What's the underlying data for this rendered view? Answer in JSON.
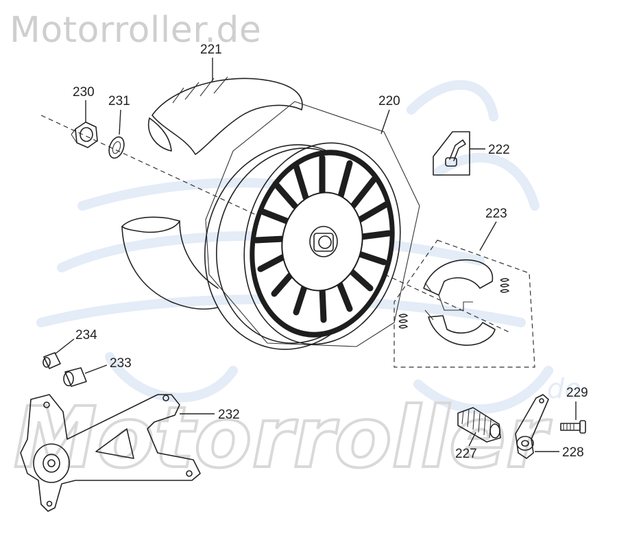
{
  "site": {
    "name": "Motorroller.de"
  },
  "watermark": {
    "text": "Motorroller",
    "suffix": ".de"
  },
  "parts": [
    {
      "ref": "220"
    },
    {
      "ref": "221"
    },
    {
      "ref": "222"
    },
    {
      "ref": "223"
    },
    {
      "ref": "227"
    },
    {
      "ref": "228"
    },
    {
      "ref": "229"
    },
    {
      "ref": "230"
    },
    {
      "ref": "231"
    },
    {
      "ref": "232"
    },
    {
      "ref": "233"
    },
    {
      "ref": "234"
    }
  ],
  "colors": {
    "watermark_gray": "#d9d9d9",
    "watermark_blue": "#e3ecf7",
    "line": "#222222",
    "site_name": "#cfcfcf"
  }
}
